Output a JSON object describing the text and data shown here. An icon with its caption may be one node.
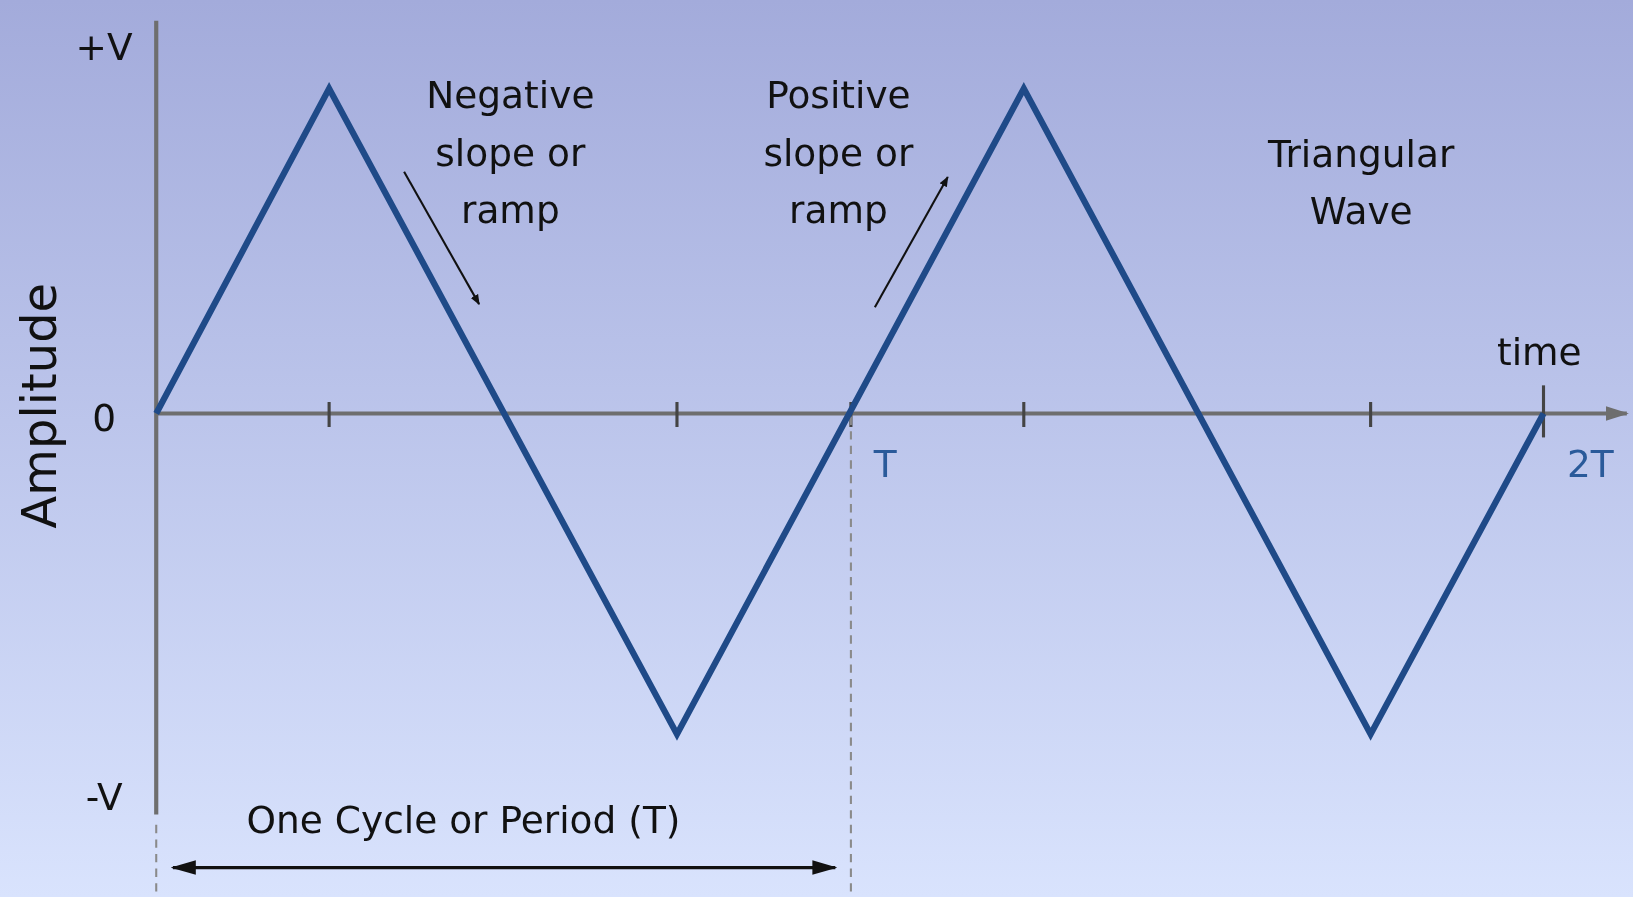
{
  "diagram": {
    "labels": [
      "+V",
      "Negative slope or ramp",
      "Positive slope or ramp",
      "Triangular Wave",
      "Amplitude",
      "time",
      "0",
      "T",
      "2T",
      "-V",
      "One Cycle or Period (T)"
    ]
  }
}
